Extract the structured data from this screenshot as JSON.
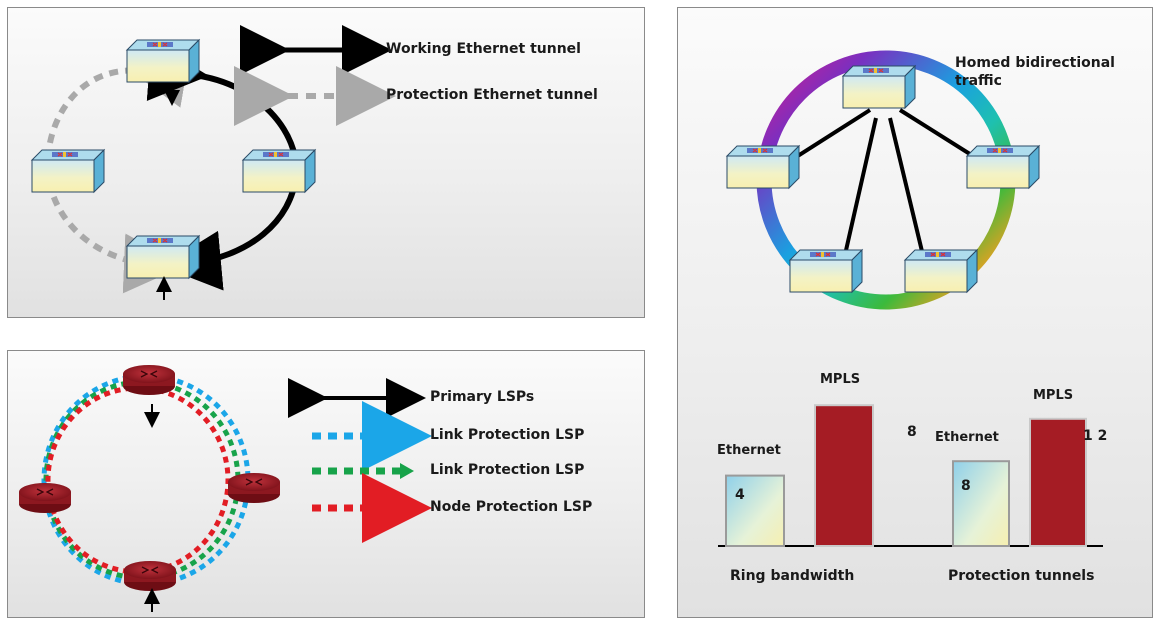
{
  "panel_ring_tunnels": {
    "legend": {
      "working": "Working Ethernet tunnel",
      "protection": "Protection Ethernet tunnel"
    }
  },
  "panel_mpls_ring": {
    "legend": {
      "primary": "Primary LSPs",
      "link1": "Link Protection LSP",
      "link2": "Link Protection LSP",
      "node": "Node Protection LSP"
    },
    "colors": {
      "primary": "#000000",
      "link1": "#1ba6e8",
      "link2": "#17a34a",
      "node": "#e21d24"
    }
  },
  "panel_homed": {
    "caption": "Homed bidirectional traffic",
    "caption_line1": "Homed bidirectional",
    "caption_line2": "traffic"
  },
  "chart_data": [
    {
      "type": "bar",
      "title": "",
      "xlabel": "Ring bandwidth",
      "categories": [
        "Ethernet",
        "MPLS"
      ],
      "values": [
        4,
        8
      ],
      "value_labels": [
        "4",
        "8"
      ],
      "colors": [
        "#bfe3f0",
        "#a51c24"
      ]
    },
    {
      "type": "bar",
      "title": "",
      "xlabel": "Protection tunnels",
      "categories": [
        "Ethernet",
        "MPLS"
      ],
      "values": [
        8,
        12
      ],
      "value_labels": [
        "8",
        "1 2"
      ],
      "colors": [
        "#bfe3f0",
        "#a51c24"
      ]
    }
  ]
}
